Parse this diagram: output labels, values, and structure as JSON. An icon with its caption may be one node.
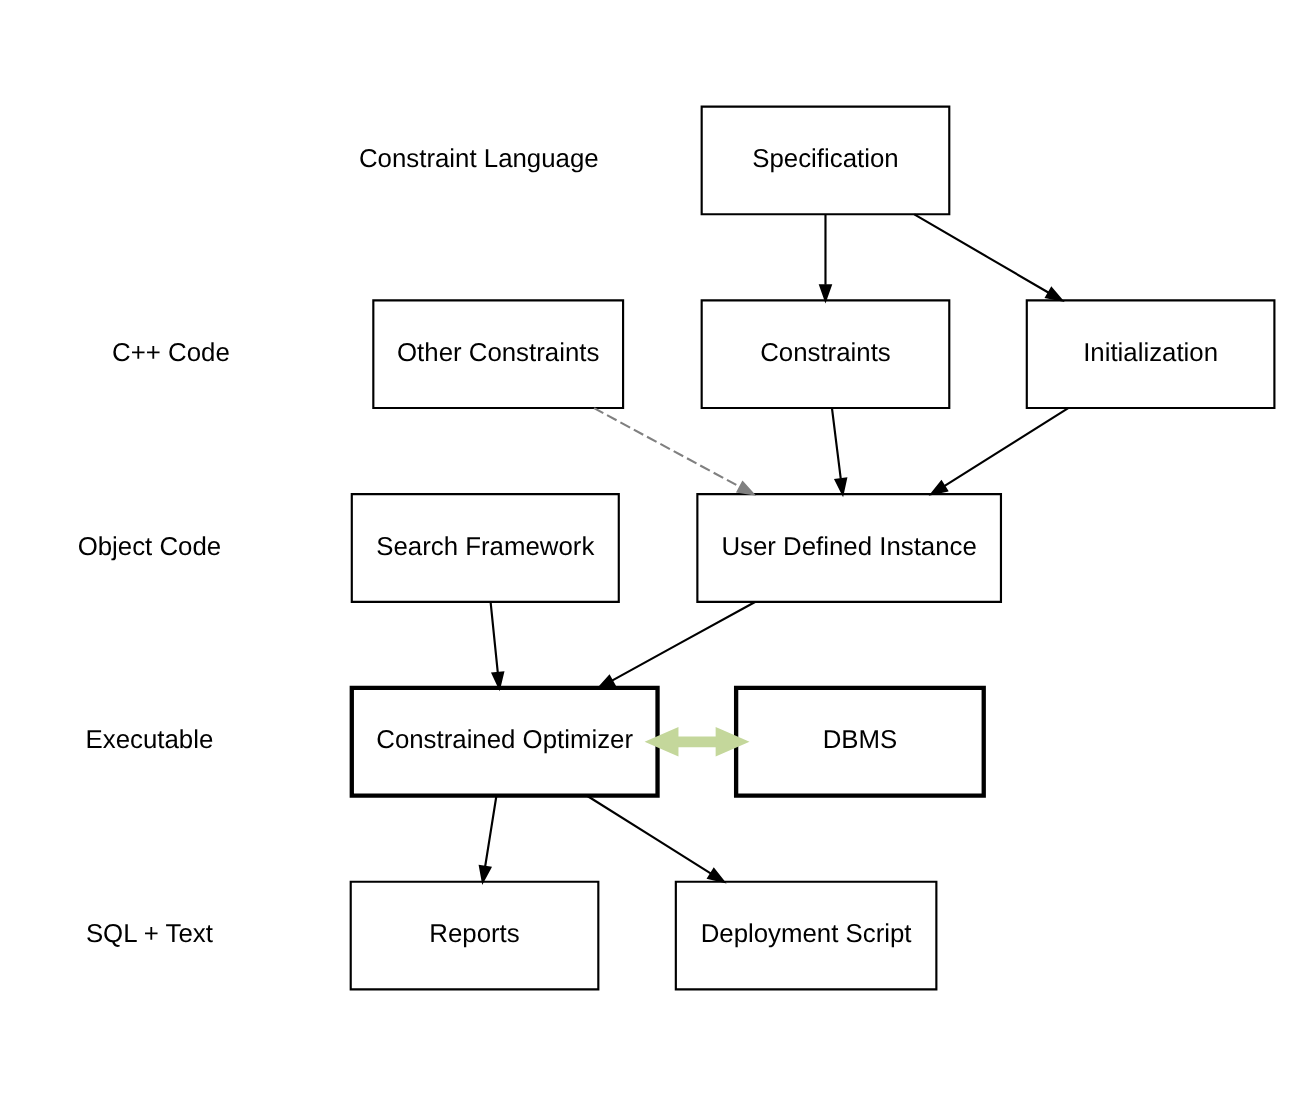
{
  "diagram": {
    "nodes": [
      {
        "text": [
          "Specification"
        ]
      },
      {
        "text": [
          "Initialization"
        ]
      },
      {
        "text": [
          "Constraints"
        ]
      },
      {
        "text": [
          "Other Constraints"
        ]
      },
      {
        "text": [
          "User Defined Instance"
        ]
      },
      {
        "text": [
          "Search Framework"
        ]
      },
      {
        "text": [
          "Constrained Optimizer"
        ]
      },
      {
        "text": [
          "DBMS"
        ]
      },
      {
        "text": [
          "Reports"
        ]
      },
      {
        "text": [
          "Deployment Script"
        ]
      }
    ],
    "edges": [
      {
        "from": 0,
        "to": 1,
        "arrow": "to"
      },
      {
        "from": 0,
        "to": 2,
        "arrow": "to"
      },
      {
        "from": 1,
        "to": 4,
        "arrow": "to"
      },
      {
        "from": 2,
        "to": 4,
        "arrow": "to"
      },
      {
        "from": 3,
        "to": 4,
        "arrow": "to",
        "style": "dashed",
        "color": "#808080"
      },
      {
        "from": 4,
        "to": 6,
        "arrow": "to"
      },
      {
        "from": 5,
        "to": 6,
        "arrow": "to"
      },
      {
        "from": 6,
        "to": 7,
        "arrow": "both",
        "style": "thick",
        "color": "#c4d79b"
      },
      {
        "from": 6,
        "to": 8,
        "arrow": "to"
      },
      {
        "from": 6,
        "to": 9,
        "arrow": "to"
      }
    ],
    "labels": [
      "Constraint Language",
      "C++ Code",
      "Object Code",
      "Executable",
      "SQL + Text"
    ]
  }
}
